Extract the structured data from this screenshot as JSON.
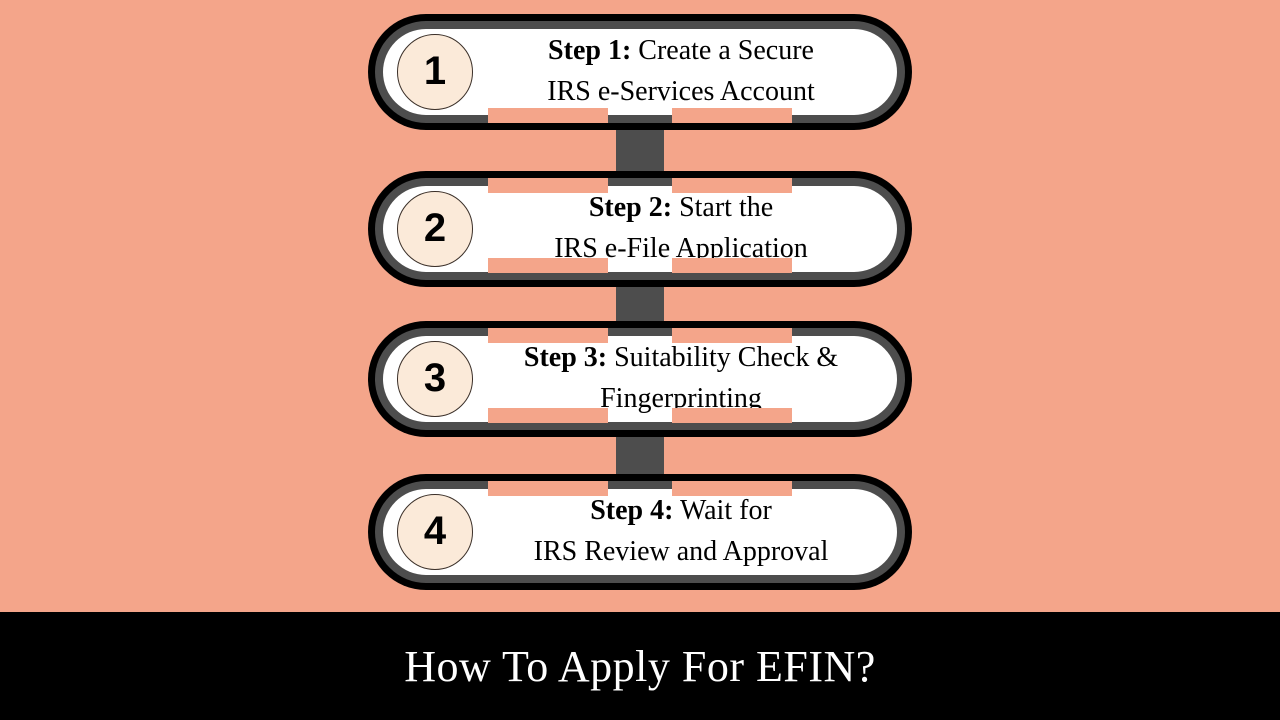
{
  "theme": {
    "background_color": "#F4A58A",
    "footer_background_color": "#000000",
    "pill_border_color": "#000000",
    "pill_ring_color": "#4D4D4D",
    "pill_fill_color": "#FFFFFF",
    "badge_fill_color": "#FBEAD9",
    "text_color": "#000000",
    "footer_text_color": "#FFFFFF"
  },
  "steps": [
    {
      "number": "1",
      "lead": "Step 1:",
      "line1": " Create a Secure",
      "line2": "IRS e-Services Account"
    },
    {
      "number": "2",
      "lead": "Step 2:",
      "line1": " Start the",
      "line2": "IRS e-File Application"
    },
    {
      "number": "3",
      "lead": "Step 3:",
      "line1": " Suitability Check &",
      "line2": "Fingerprinting"
    },
    {
      "number": "4",
      "lead": "Step 4:",
      "line1": " Wait for",
      "line2": "IRS Review and Approval"
    }
  ],
  "footer": {
    "title": "How To Apply For EFIN?"
  }
}
